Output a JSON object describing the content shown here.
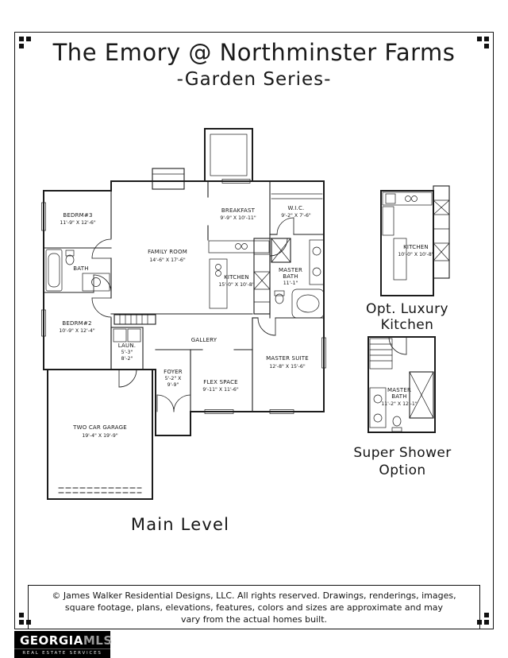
{
  "header": {
    "title": "The Emory @ Northminster Farms",
    "subtitle": "-Garden Series-"
  },
  "plan": {
    "level_label": "Main Level",
    "rooms": {
      "bedrm3": {
        "name": "BEDRM#3",
        "dims": "11'-9\" X 12'-6\""
      },
      "bath": {
        "name": "BATH"
      },
      "bedrm2": {
        "name": "BEDRM#2",
        "dims": "10'-9\" X 12'-4\""
      },
      "family_room": {
        "name": "FAMILY ROOM",
        "dims": "14'-6\" X 17'-6\""
      },
      "breakfast": {
        "name": "BREAKFAST",
        "dims": "9'-9\" X 10'-11\""
      },
      "wic": {
        "name": "W.I.C.",
        "dims": "9'-2\" X 7'-6\""
      },
      "kitchen": {
        "name": "KITCHEN",
        "dims": "15'-0\" X 10'-8\""
      },
      "master_bath": {
        "name1": "MASTER",
        "name2": "BATH",
        "dims": "11'-1\""
      },
      "laundry": {
        "name": "LAUN.",
        "dims1": "5'-3\"",
        "dims2": "8'-2\""
      },
      "gallery": {
        "name": "GALLERY"
      },
      "foyer": {
        "name": "FOYER",
        "dims1": "5'-2\" X",
        "dims2": "9'-9\""
      },
      "flex_space": {
        "name": "FLEX SPACE",
        "dims": "9'-11\" X 11'-6\""
      },
      "master_suite": {
        "name": "MASTER SUITE",
        "dims": "12'-8\" X 15'-6\""
      },
      "garage": {
        "name": "TWO CAR GARAGE",
        "dims": "19'-4\" X 19'-9\""
      }
    }
  },
  "options": {
    "luxury_kitchen": {
      "caption1": "Opt. Luxury",
      "caption2": "Kitchen",
      "room_name": "KITCHEN",
      "room_dims": "10'-0\" X 10'-8\""
    },
    "super_shower": {
      "caption1": "Super Shower",
      "caption2": "Option",
      "room_name1": "MASTER",
      "room_name2": "BATH",
      "room_dims": "11'-2\" X 12'-1\""
    }
  },
  "footer": {
    "disclaimer1": "© James Walker Residential Designs, LLC. All rights reserved. Drawings, renderings, images,",
    "disclaimer2": "square footage, plans, elevations, features, colors and sizes are approximate and may",
    "disclaimer3": "vary from the actual homes built."
  },
  "logo": {
    "brand_primary": "GEORGIA",
    "brand_secondary": "MLS",
    "tagline": "REAL ESTATE SERVICES"
  },
  "colors": {
    "ink": "#1c1c1c",
    "paper": "#ffffff",
    "logo_bg": "#000000",
    "logo_secondary": "#9b9b9b"
  }
}
